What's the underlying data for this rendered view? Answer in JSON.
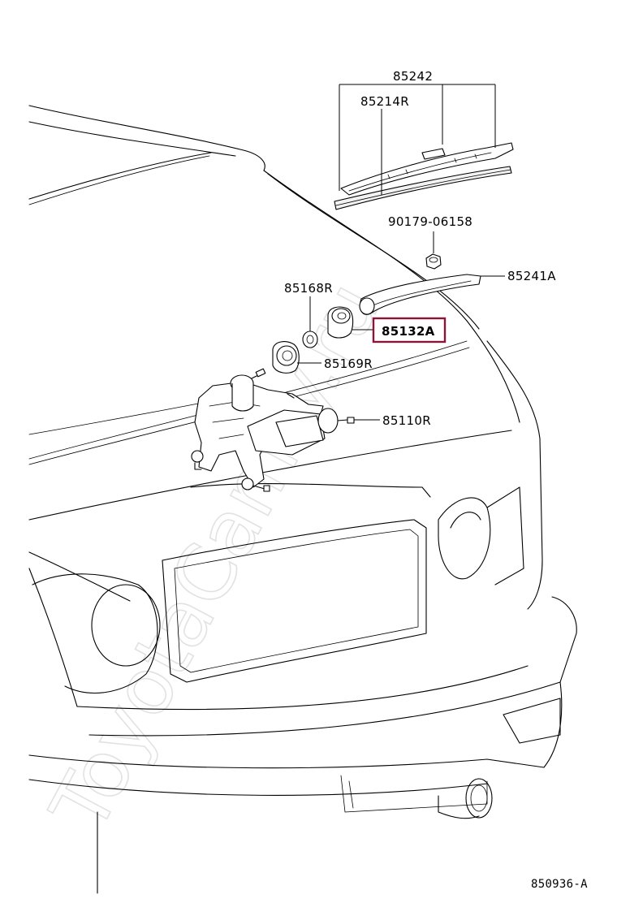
{
  "diagram": {
    "highlight_color": "#8b1538",
    "watermark": "ToyotaCamry.ru",
    "figure_code": "850936-A",
    "labels": {
      "wiper_blade_assy": "85242",
      "blade_rubber": "85214R",
      "arm_nut": "90179-06158",
      "wiper_arm": "85241A",
      "cap": "85168R",
      "pivot_cap": "85132A",
      "grommet": "85169R",
      "wiper_motor": "85110R"
    }
  }
}
